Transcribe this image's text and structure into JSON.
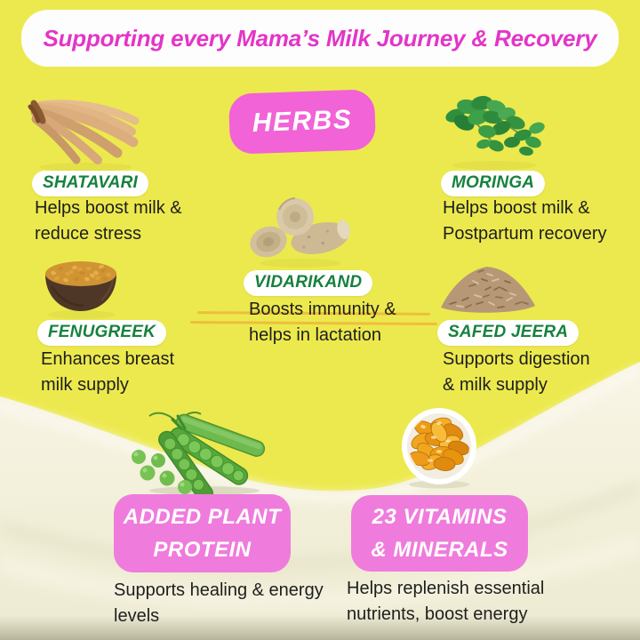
{
  "header": {
    "title": "Supporting every Mama’s Milk Journey & Recovery"
  },
  "section_badge": {
    "label": "HERBS"
  },
  "herbs": {
    "items": [
      {
        "name": "SHATAVARI",
        "icon": "shatavari-roots-icon",
        "desc_line1": "Helps boost milk &",
        "desc_line2": "reduce stress"
      },
      {
        "name": "MORINGA",
        "icon": "moringa-leaves-icon",
        "desc_line1": "Helps boost milk &",
        "desc_line2": "Postpartum recovery"
      },
      {
        "name": "VIDARIKAND",
        "icon": "vidarikand-tubers-icon",
        "desc_line1": "Boosts immunity &",
        "desc_line2": "helps in lactation"
      },
      {
        "name": "FENUGREEK",
        "icon": "fenugreek-seeds-bowl-icon",
        "desc_line1": "Enhances breast",
        "desc_line2": "milk supply"
      },
      {
        "name": "SAFED JEERA",
        "icon": "cumin-seeds-icon",
        "desc_line1": "Supports  digestion",
        "desc_line2": "& milk supply"
      }
    ]
  },
  "benefits": {
    "items": [
      {
        "label_line1": "ADDED PLANT",
        "label_line2": "PROTEIN",
        "icon": "green-peas-icon",
        "desc_line1": "Supports healing & energy",
        "desc_line2": "levels"
      },
      {
        "label_line1": "23 VITAMINS",
        "label_line2": "& MINERALS",
        "icon": "vitamin-capsules-bowl-icon",
        "desc_line1": "Helps replenish essential",
        "desc_line2": "nutrients, boost energy"
      }
    ]
  },
  "colors": {
    "background_yellow": "#ECE94E",
    "cream_wave": "#F4F1DC",
    "banner_white": "#FDFDFD",
    "title_pink": "#E335C7",
    "herbs_badge_pink": "#F163D6",
    "benefit_badge_pink": "#EF7CDC",
    "herb_label_green": "#17813E",
    "body_text": "#1E1E1E",
    "divider_gold": "#EFB93A"
  }
}
